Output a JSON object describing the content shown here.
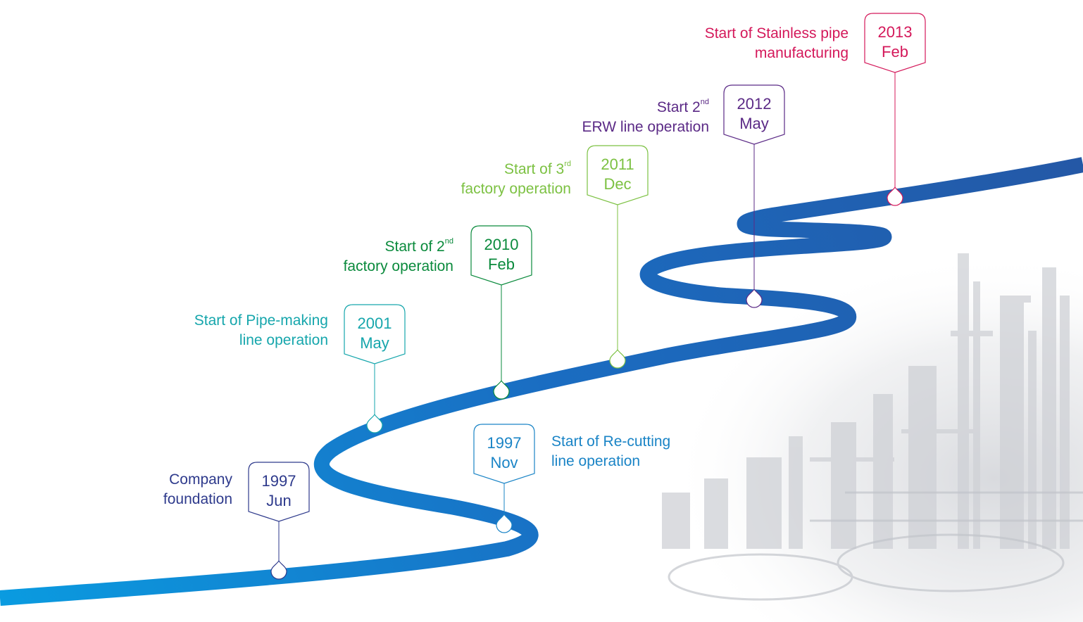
{
  "timeline": {
    "milestones": [
      {
        "id": "m1997jun",
        "year": "1997",
        "month": "Jun",
        "line1": "Company",
        "line1_sup": "",
        "line2": "foundation",
        "color": "#2e3a8c"
      },
      {
        "id": "m1997nov",
        "year": "1997",
        "month": "Nov",
        "line1": "Start of Re-cutting",
        "line1_sup": "",
        "line2": "line operation",
        "color": "#1a84c6"
      },
      {
        "id": "m2001may",
        "year": "2001",
        "month": "May",
        "line1": "Start of Pipe-making",
        "line1_sup": "",
        "line2": "line operation",
        "color": "#16a6ac"
      },
      {
        "id": "m2010feb",
        "year": "2010",
        "month": "Feb",
        "line1": "Start of 2",
        "line1_sup": "nd",
        "line2": "factory operation",
        "color": "#0a8a3c"
      },
      {
        "id": "m2011dec",
        "year": "2011",
        "month": "Dec",
        "line1": "Start of 3",
        "line1_sup": "rd",
        "line2": "factory operation",
        "color": "#7cc142"
      },
      {
        "id": "m2012may",
        "year": "2012",
        "month": "May",
        "line1": "Start 2",
        "line1_sup": "nd",
        "line2": "ERW line operation",
        "color": "#5b2a86"
      },
      {
        "id": "m2013feb",
        "year": "2013",
        "month": "Feb",
        "line1": "Start of Stainless pipe",
        "line1_sup": "",
        "line2": "manufacturing",
        "color": "#d4185a"
      }
    ]
  },
  "colors": {
    "road_start": "#0a9be0",
    "road_mid": "#1a6dc2",
    "road_end": "#2458a6",
    "background_plant": "#c9cbd1"
  }
}
